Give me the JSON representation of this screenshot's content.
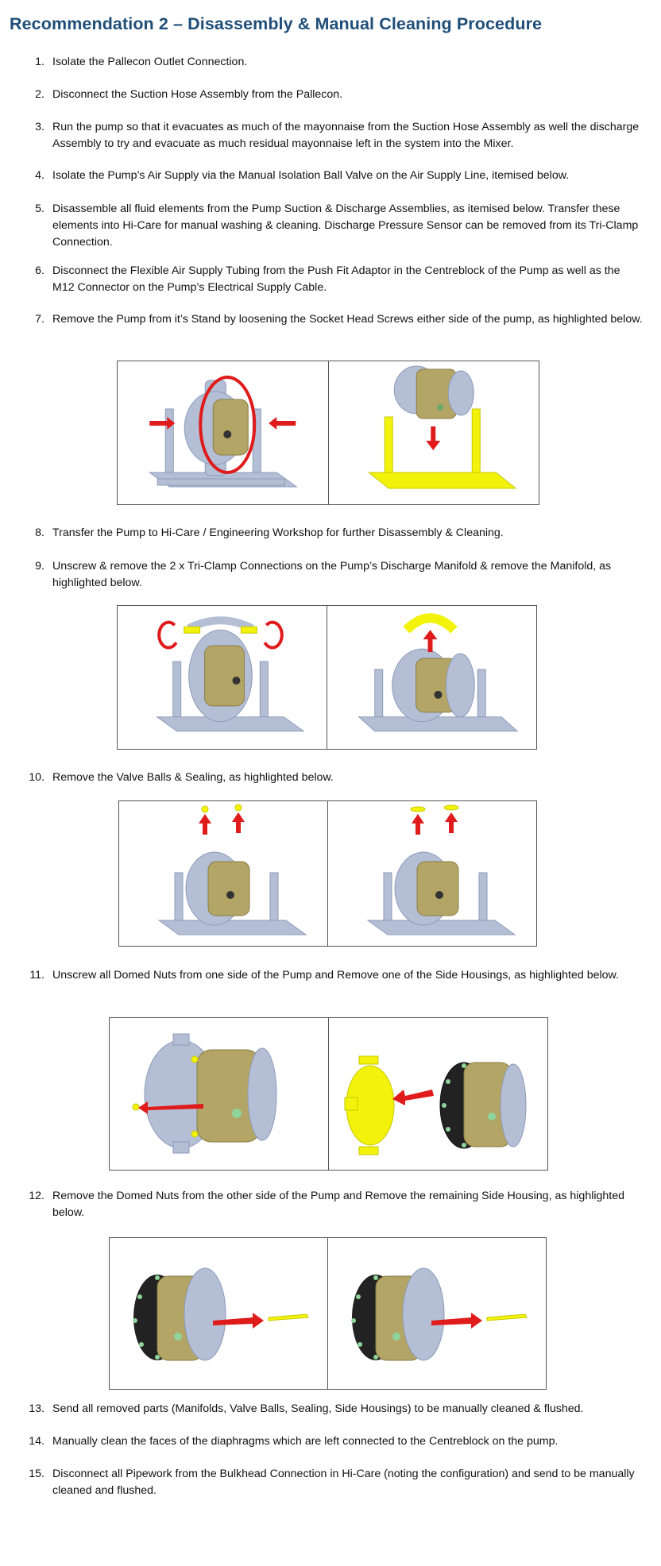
{
  "title": "Recommendation 2 – Disassembly & Manual Cleaning Procedure",
  "steps": [
    {
      "num": "1.",
      "text": "Isolate the Pallecon Outlet Connection."
    },
    {
      "num": "2.",
      "text": "Disconnect the Suction Hose Assembly from the Pallecon."
    },
    {
      "num": "3.",
      "text": "Run the pump so that it evacuates as much of the mayonnaise from the Suction Hose Assembly as well the discharge Assembly to try and evacuate as much residual mayonnaise left in the system into the Mixer."
    },
    {
      "num": "4.",
      "text": "Isolate the Pump’s Air Supply via the Manual Isolation Ball Valve on the Air Supply Line, itemised below."
    },
    {
      "num": "5.",
      "text": "Disassemble all fluid elements from the Pump Suction & Discharge Assemblies, as itemised below. Transfer these elements into Hi-Care for manual washing & cleaning. Discharge Pressure Sensor can be removed from its Tri-Clamp Connection."
    },
    {
      "num": "6.",
      "text": "Disconnect the Flexible Air Supply Tubing from the Push Fit Adaptor in the Centreblock of the Pump as well as the M12 Connector on the Pump’s Electrical Supply Cable."
    },
    {
      "num": "7.",
      "text": "Remove the Pump from it’s Stand by loosening the Socket Head Screws either side of the pump, as highlighted below."
    },
    {
      "num": "8.",
      "text": "Transfer the Pump to Hi-Care / Engineering Workshop for further Disassembly & Cleaning."
    },
    {
      "num": "9.",
      "text": "Unscrew & remove the 2 x Tri-Clamp Connections on the Pump’s Discharge Manifold & remove the Manifold, as highlighted below."
    },
    {
      "num": "10.",
      "text": "Remove the Valve Balls & Sealing, as highlighted below."
    },
    {
      "num": "11.",
      "text": "Unscrew all Domed Nuts from one side of the Pump and Remove one of the Side Housings, as highlighted below."
    },
    {
      "num": "12.",
      "text": "Remove the Domed Nuts from the other side of the Pump and Remove the remaining Side Housing, as highlighted below."
    },
    {
      "num": "13.",
      "text": "Send all removed parts (Manifolds, Valve Balls, Sealing, Side Housings) to be manually cleaned & flushed."
    },
    {
      "num": "14.",
      "text": "Manually clean the faces of the diaphragms which are left connected to the Centreblock on the pump."
    },
    {
      "num": "15.",
      "text": "Disconnect all Pipework from the Bulkhead Connection in Hi-Care (noting the configuration) and send to be manually cleaned and flushed."
    }
  ],
  "colors": {
    "title": "#1f4e79",
    "pump_blue": "#b4bfd6",
    "pump_blue_dark": "#8e9ab8",
    "pump_body": "#b3a565",
    "highlight_yellow": "#f2f20a",
    "arrow_red": "#e01b1b",
    "diaphragm_dark": "#222222",
    "nut_green": "#8fd49a"
  }
}
